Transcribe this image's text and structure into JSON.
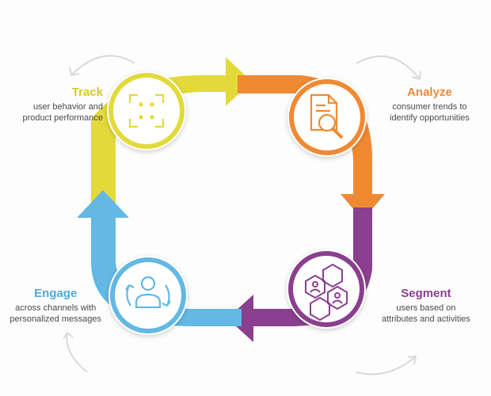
{
  "stages": [
    {
      "title": "Track",
      "desc_line1": "user behavior and",
      "desc_line2": "product performance",
      "color": "#e3da3a",
      "icon": "focus-frame-icon"
    },
    {
      "title": "Analyze",
      "desc_line1": "consumer trends to",
      "desc_line2": "identify opportunities",
      "color": "#ef8a33",
      "icon": "document-magnifier-icon"
    },
    {
      "title": "Segment",
      "desc_line1": "users based on",
      "desc_line2": "attributes and activities",
      "color": "#8a3f8f",
      "icon": "hexagon-users-icon"
    },
    {
      "title": "Engage",
      "desc_line1": "across channels with",
      "desc_line2": "personalized messages",
      "color": "#63b8e4",
      "icon": "user-cycle-icon"
    }
  ]
}
